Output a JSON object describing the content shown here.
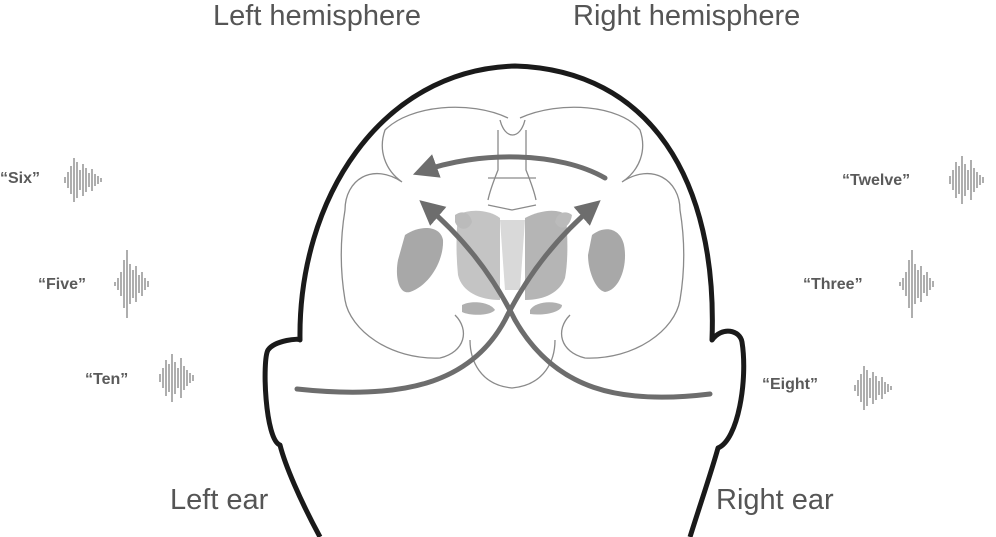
{
  "hemispheres": {
    "left": "Left hemisphere",
    "right": "Right hemisphere"
  },
  "ears": {
    "left": "Left ear",
    "right": "Right ear"
  },
  "left_words": [
    "“Six”",
    "“Five”",
    "“Ten”"
  ],
  "right_words": [
    "“Twelve”",
    "“Three”",
    "“Eight”"
  ],
  "colors": {
    "arrow": "#6d6d6d",
    "outline": "#1a1a1a",
    "brain_line": "#8a8a8a",
    "text": "#555555"
  },
  "icons": [
    "waveform-icon",
    "arrow-icon"
  ]
}
